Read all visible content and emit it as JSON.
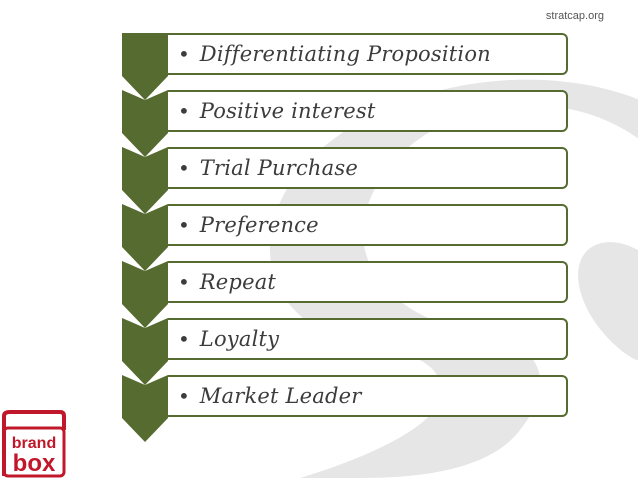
{
  "header": {
    "site": "stratcap.org"
  },
  "items": [
    {
      "bullet": "•",
      "label": "Differentiating Proposition"
    },
    {
      "bullet": "•",
      "label": "Positive interest"
    },
    {
      "bullet": "•",
      "label": "Trial Purchase"
    },
    {
      "bullet": "•",
      "label": "Preference"
    },
    {
      "bullet": "•",
      "label": "Repeat"
    },
    {
      "bullet": "•",
      "label": "Loyalty"
    },
    {
      "bullet": "•",
      "label": "Market Leader"
    }
  ],
  "logo": {
    "line1": "brand",
    "line2": "box"
  },
  "colors": {
    "chevron": "#556b2f",
    "border": "#556b2f",
    "logo": "#c0182a",
    "watermark": "#e4e4e4"
  }
}
